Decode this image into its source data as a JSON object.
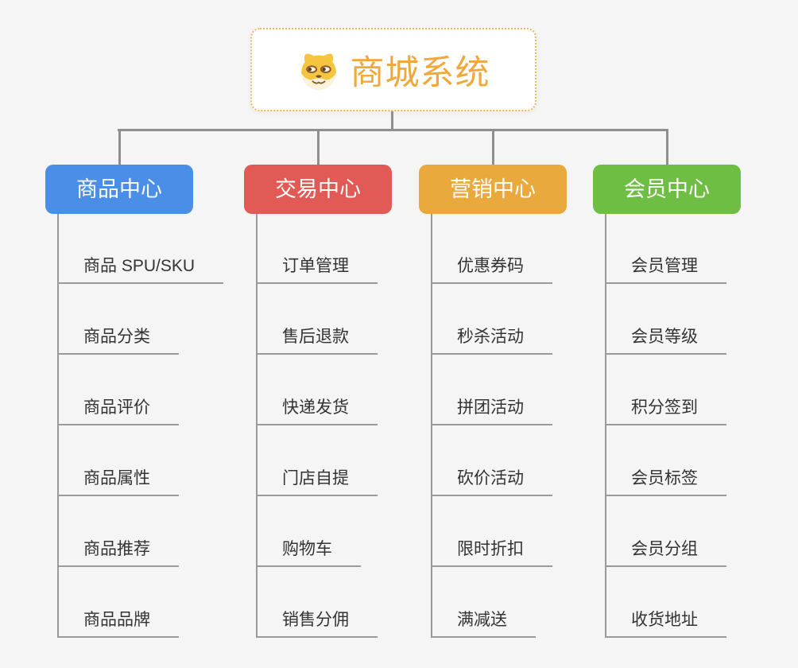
{
  "app": {
    "background": "#f5f5f6"
  },
  "root": {
    "title": "商城系统",
    "icon": "dog-face-icon",
    "text_color": "#f0a83c",
    "border_color": "#f2b457"
  },
  "branches": [
    {
      "key": "product-center",
      "label": "商品中心",
      "color": "#4b8ee8",
      "children": [
        "商品 SPU/SKU",
        "商品分类",
        "商品评价",
        "商品属性",
        "商品推荐",
        "商品品牌"
      ]
    },
    {
      "key": "trade-center",
      "label": "交易中心",
      "color": "#e25a55",
      "children": [
        "订单管理",
        "售后退款",
        "快递发货",
        "门店自提",
        "购物车",
        "销售分佣"
      ]
    },
    {
      "key": "marketing-center",
      "label": "营销中心",
      "color": "#eaa93d",
      "children": [
        "优惠券码",
        "秒杀活动",
        "拼团活动",
        "砍价活动",
        "限时折扣",
        "满减送"
      ]
    },
    {
      "key": "member-center",
      "label": "会员中心",
      "color": "#6fbe44",
      "children": [
        "会员管理",
        "会员等级",
        "积分签到",
        "会员标签",
        "会员分组",
        "收货地址"
      ]
    }
  ],
  "connector_color": "#8f8f8f",
  "leaf_style": {
    "text_color": "#333333",
    "line_color": "#9a9a9a"
  }
}
